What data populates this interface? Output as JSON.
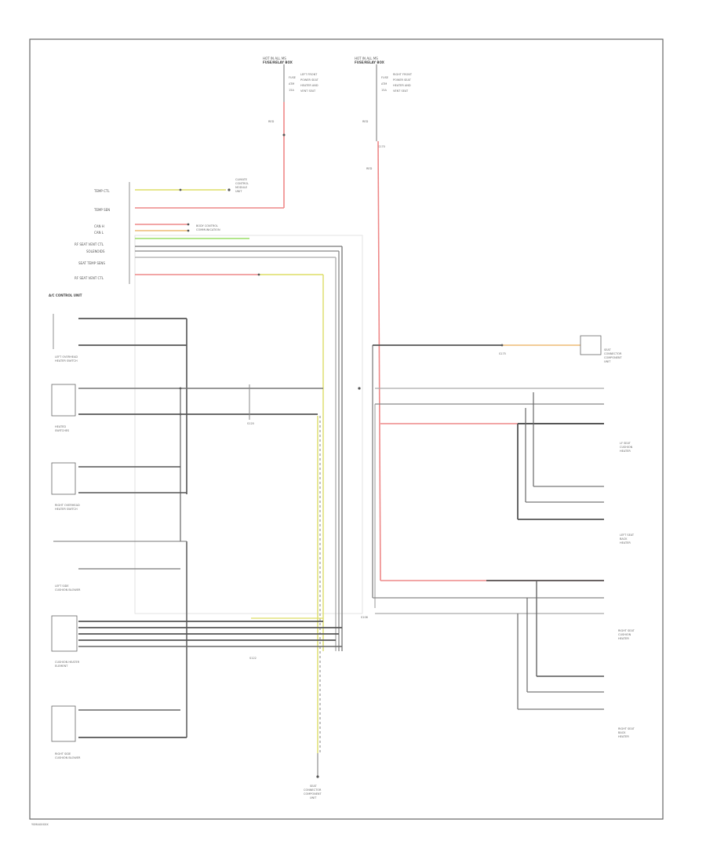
{
  "colors": {
    "wire_dark": "#555555",
    "wire_gray": "#aaaaaa",
    "wire_red": "#ee8888",
    "wire_yellow": "#dddd66",
    "wire_green": "#99dd66",
    "wire_orange": "#eebb77",
    "frame": "#555555"
  },
  "fuses": [
    {
      "id": "fuse-left",
      "header": "HOT IN ALL MS",
      "title": "FUSE/RELAY BOX",
      "lines": [
        "FUSE",
        "ATM",
        "15A"
      ],
      "desc": [
        "LEFT FRONT",
        "POWER SEAT",
        "HEATER AND",
        "VENT SEAT"
      ]
    },
    {
      "id": "fuse-right",
      "header": "HOT IN ALL MS",
      "title": "FUSE/RELAY BOX",
      "lines": [
        "FUSE",
        "ATM",
        "15A"
      ],
      "desc": [
        "RIGHT FRONT",
        "POWER SEAT",
        "HEATER AND",
        "VENT SEAT"
      ]
    }
  ],
  "wire_labels": {
    "red_left": "RED",
    "red_right": "RED",
    "splice_right": "S170",
    "red_right_lower": "RED"
  },
  "control_unit": {
    "label": "A/C CONTROL UNIT",
    "pins": [
      "TEMP CTL",
      "TEMP SEN",
      "CAN H",
      "CAN L",
      "RF SEAT VENT CTL",
      "SOLENOIDS",
      "SEAT TEMP SENS",
      "RF SEAT VENT CTL"
    ],
    "grounds_note": [
      "CLIMATE",
      "CONTROL",
      "MODULE",
      "UNIT"
    ],
    "can_note": [
      "BODY CONTROL",
      "COMMUNICATION"
    ]
  },
  "components_left": [
    {
      "id": "left-overhead",
      "label": [
        "LEFT OVERHEAD",
        "HEATER SWITCH"
      ]
    },
    {
      "id": "heated-sw",
      "label": [
        "HEATED",
        "SWITCHES"
      ]
    },
    {
      "id": "right-overhead",
      "label": [
        "RIGHT OVERHEAD",
        "HEATER SWITCH"
      ]
    },
    {
      "id": "left-side",
      "label": [
        "LEFT SIDE",
        "CUSHION BLOWER"
      ]
    },
    {
      "id": "cushion-heater",
      "label": [
        "CUSHION HEATER",
        "ELEMENT"
      ]
    },
    {
      "id": "right-side",
      "label": [
        "RIGHT SIDE",
        "CUSHION BLOWER"
      ]
    }
  ],
  "splices": [
    "S120",
    "S122",
    "S106",
    "S175"
  ],
  "bottom_connector": {
    "label": [
      "SEAT",
      "CONNECTOR",
      "COMPONENT",
      "UNIT"
    ]
  },
  "components_right": [
    {
      "id": "seat-ctrl-top",
      "label": [
        "SEAT",
        "CONNECTOR",
        "COMPONENT",
        "UNIT"
      ]
    },
    {
      "id": "lf-seat-heater",
      "label": [
        "LF SEAT",
        "CUSHION",
        "HEATER"
      ]
    },
    {
      "id": "lf-seat-back",
      "label": [
        "LEFT SEAT",
        "BACK",
        "HEATER"
      ]
    },
    {
      "id": "rf-seat-heater",
      "label": [
        "RIGHT SEAT",
        "CUSHION",
        "HEATER"
      ]
    },
    {
      "id": "rf-seat-back",
      "label": [
        "RIGHT SEAT",
        "BACK",
        "HEATER"
      ]
    }
  ],
  "footer": "Y0MAXXXXX"
}
